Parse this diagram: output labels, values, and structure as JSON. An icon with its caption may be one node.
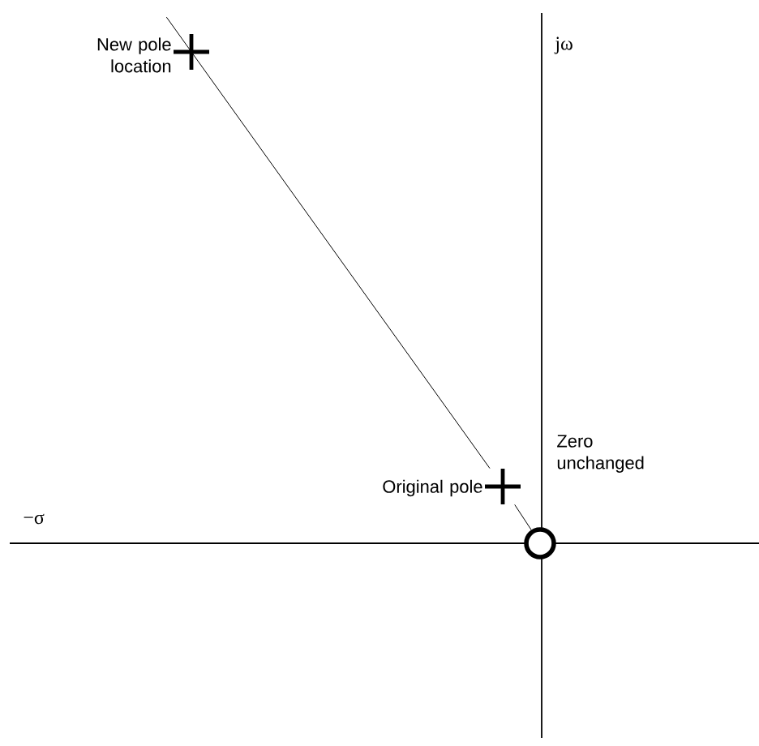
{
  "diagram": {
    "nodes": [
      {
        "text": [],
        "shape": "cross",
        "beside": [
          "New pole location"
        ]
      },
      {
        "text": [],
        "shape": "cross",
        "beside": [
          "Original pole"
        ]
      },
      {
        "text": [],
        "shape": "circle",
        "beside": [
          "Zero unchanged"
        ]
      }
    ],
    "edges": [
      {
        "from": 2,
        "to": 1,
        "arrow": "none"
      },
      {
        "from": 1,
        "to": 0,
        "arrow": "none"
      }
    ],
    "labels": [
      "jω",
      "−σ"
    ]
  }
}
